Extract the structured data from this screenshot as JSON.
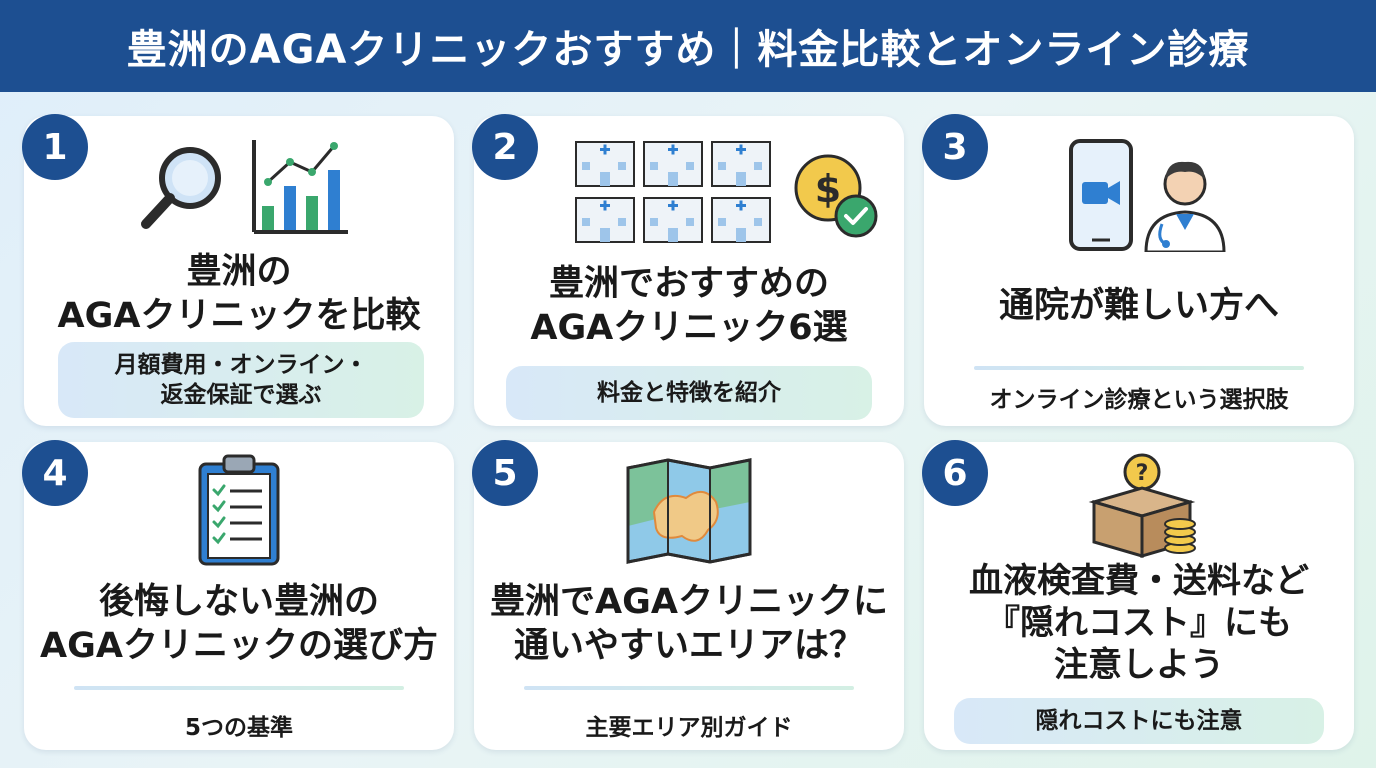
{
  "header": {
    "title": "豊洲のAGAクリニックおすすめ｜料金比較とオンライン診療"
  },
  "cards": [
    {
      "number": "1",
      "title_lines": [
        "豊洲の",
        "AGAクリニックを比較"
      ],
      "pill_lines": [
        "月額費用・オンライン・",
        "返金保証で選ぶ"
      ],
      "icons": [
        "magnifier-icon",
        "bar-line-chart-icon"
      ]
    },
    {
      "number": "2",
      "title_lines": [
        "豊洲でおすすめの",
        "AGAクリニック6選"
      ],
      "pill_lines": [
        "料金と特徴を紹介"
      ],
      "icons": [
        "clinic-buildings-icon",
        "dollar-coin-check-icon"
      ]
    },
    {
      "number": "3",
      "title_lines": [
        "通院が難しい方へ"
      ],
      "subtext": "オンライン診療という選択肢",
      "icons": [
        "smartphone-video-icon",
        "doctor-icon"
      ]
    },
    {
      "number": "4",
      "title_lines": [
        "後悔しない豊洲の",
        "AGAクリニックの選び方"
      ],
      "subtext": "5つの基準",
      "icons": [
        "clipboard-checklist-icon"
      ]
    },
    {
      "number": "5",
      "title_lines": [
        "豊洲でAGAクリニックに",
        "通いやすいエリアは？"
      ],
      "subtext": "主要エリア別ガイド",
      "icons": [
        "map-icon"
      ]
    },
    {
      "number": "6",
      "title_lines": [
        "血液検査費・送料など",
        "『隠れコスト』にも",
        "注意しよう"
      ],
      "pill_lines": [
        "隠れコストにも注意"
      ],
      "icons": [
        "box-question-coins-icon"
      ]
    }
  ],
  "colors": {
    "primary": "#1d4f91",
    "accent_green": "#3aa76d",
    "coin_yellow": "#f2c94c"
  }
}
